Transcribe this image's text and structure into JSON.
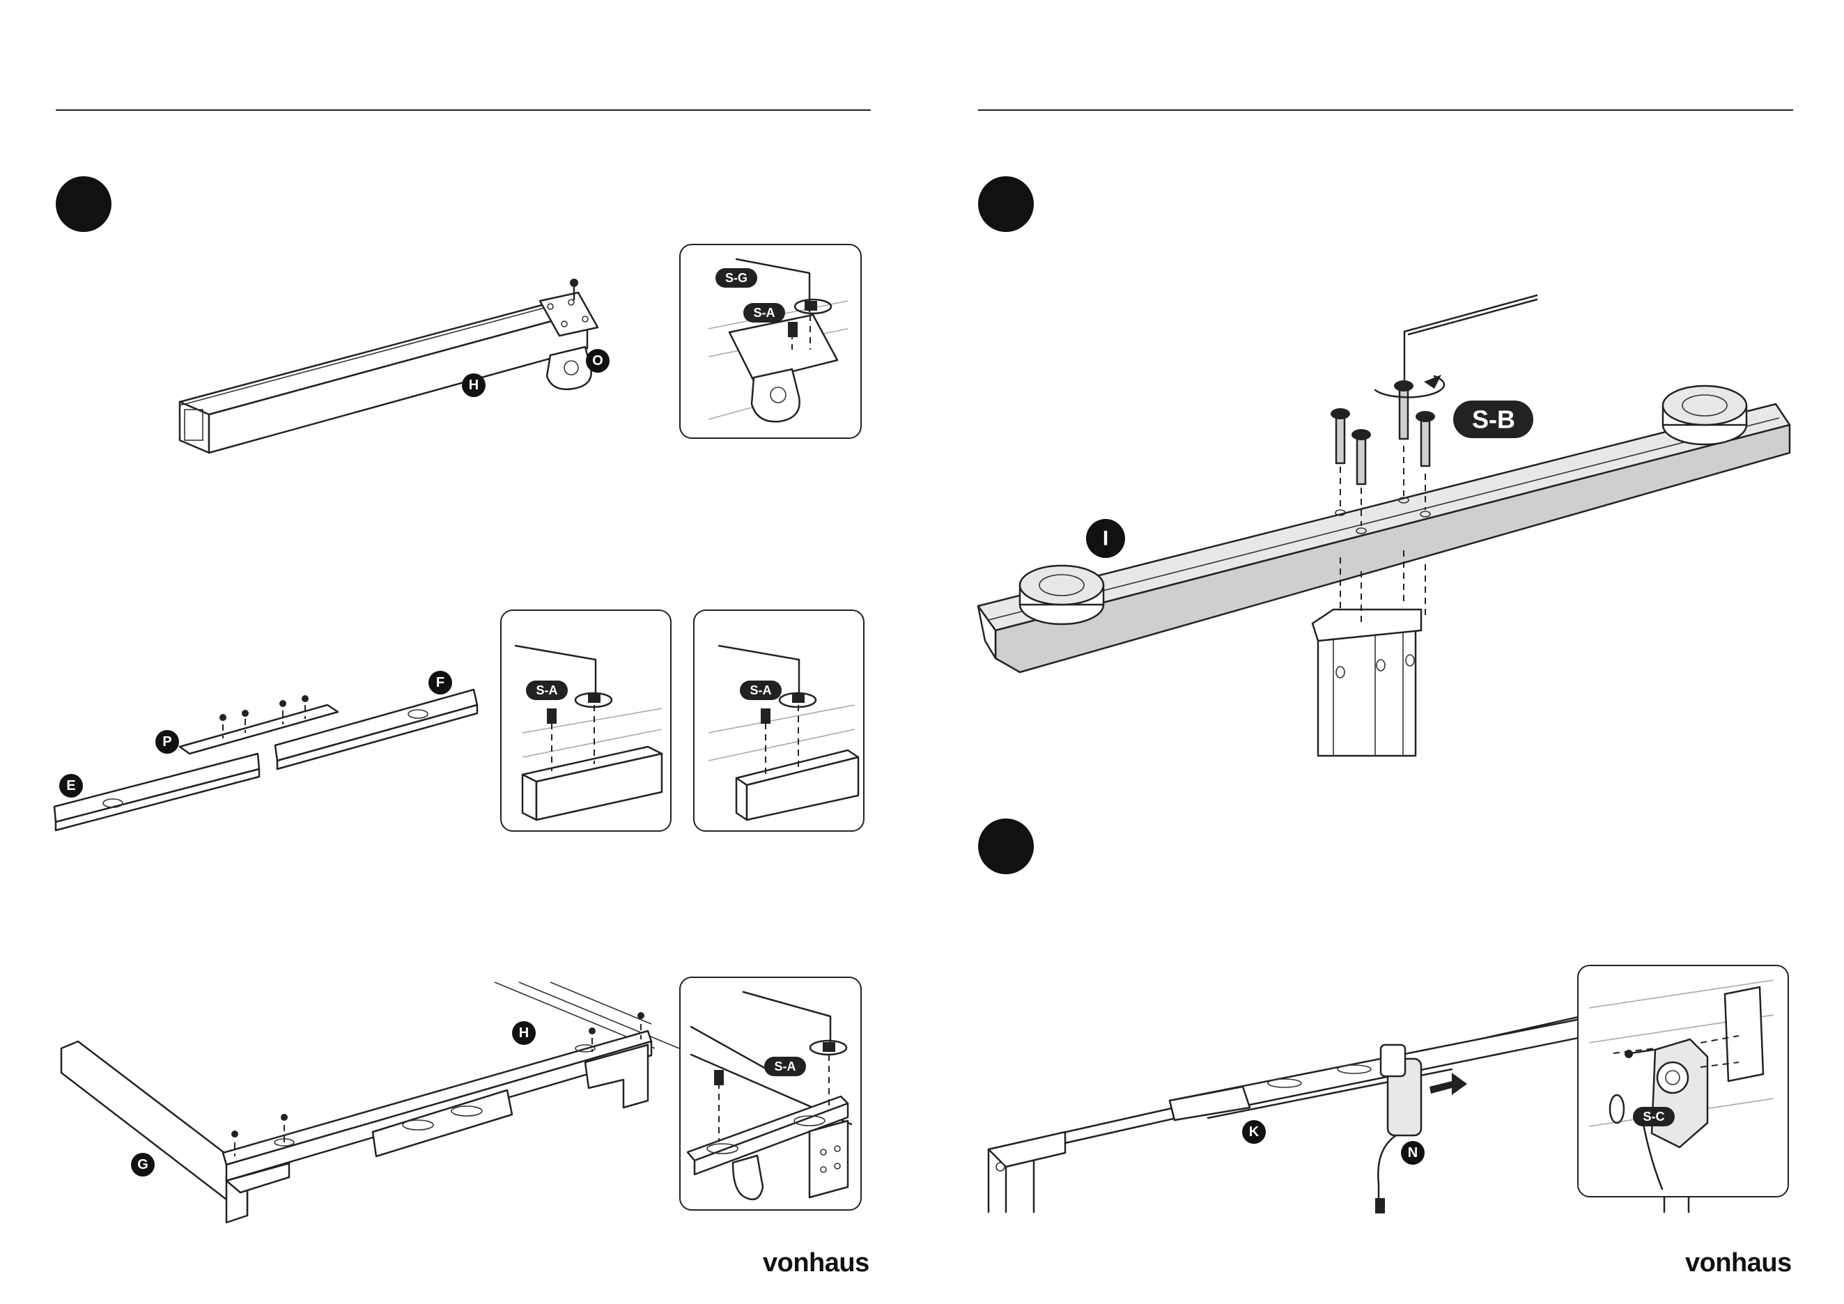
{
  "left_page": {
    "brand": "vonhaus",
    "step1": {
      "part_labels": [
        "H",
        "O"
      ],
      "inset_labels": [
        "S-G",
        "S-A"
      ]
    },
    "step2": {
      "part_labels": [
        "P",
        "E",
        "F"
      ],
      "inset1_labels": [
        "S-A"
      ],
      "inset2_labels": [
        "S-A"
      ]
    },
    "step3": {
      "part_labels": [
        "H",
        "G"
      ],
      "inset_labels": [
        "S-A"
      ]
    }
  },
  "right_page": {
    "brand": "vonhaus",
    "step1": {
      "part_labels": [
        "I"
      ],
      "screw_label": "S-B"
    },
    "step2": {
      "part_labels": [
        "K",
        "N"
      ],
      "inset_labels": [
        "S-C"
      ]
    }
  },
  "colors": {
    "ink": "#111111",
    "panel_fill": "#e8e8e8",
    "background": "#ffffff"
  },
  "icons": [
    "hex-key-icon",
    "rotate-clockwise-icon",
    "screw-icon"
  ]
}
